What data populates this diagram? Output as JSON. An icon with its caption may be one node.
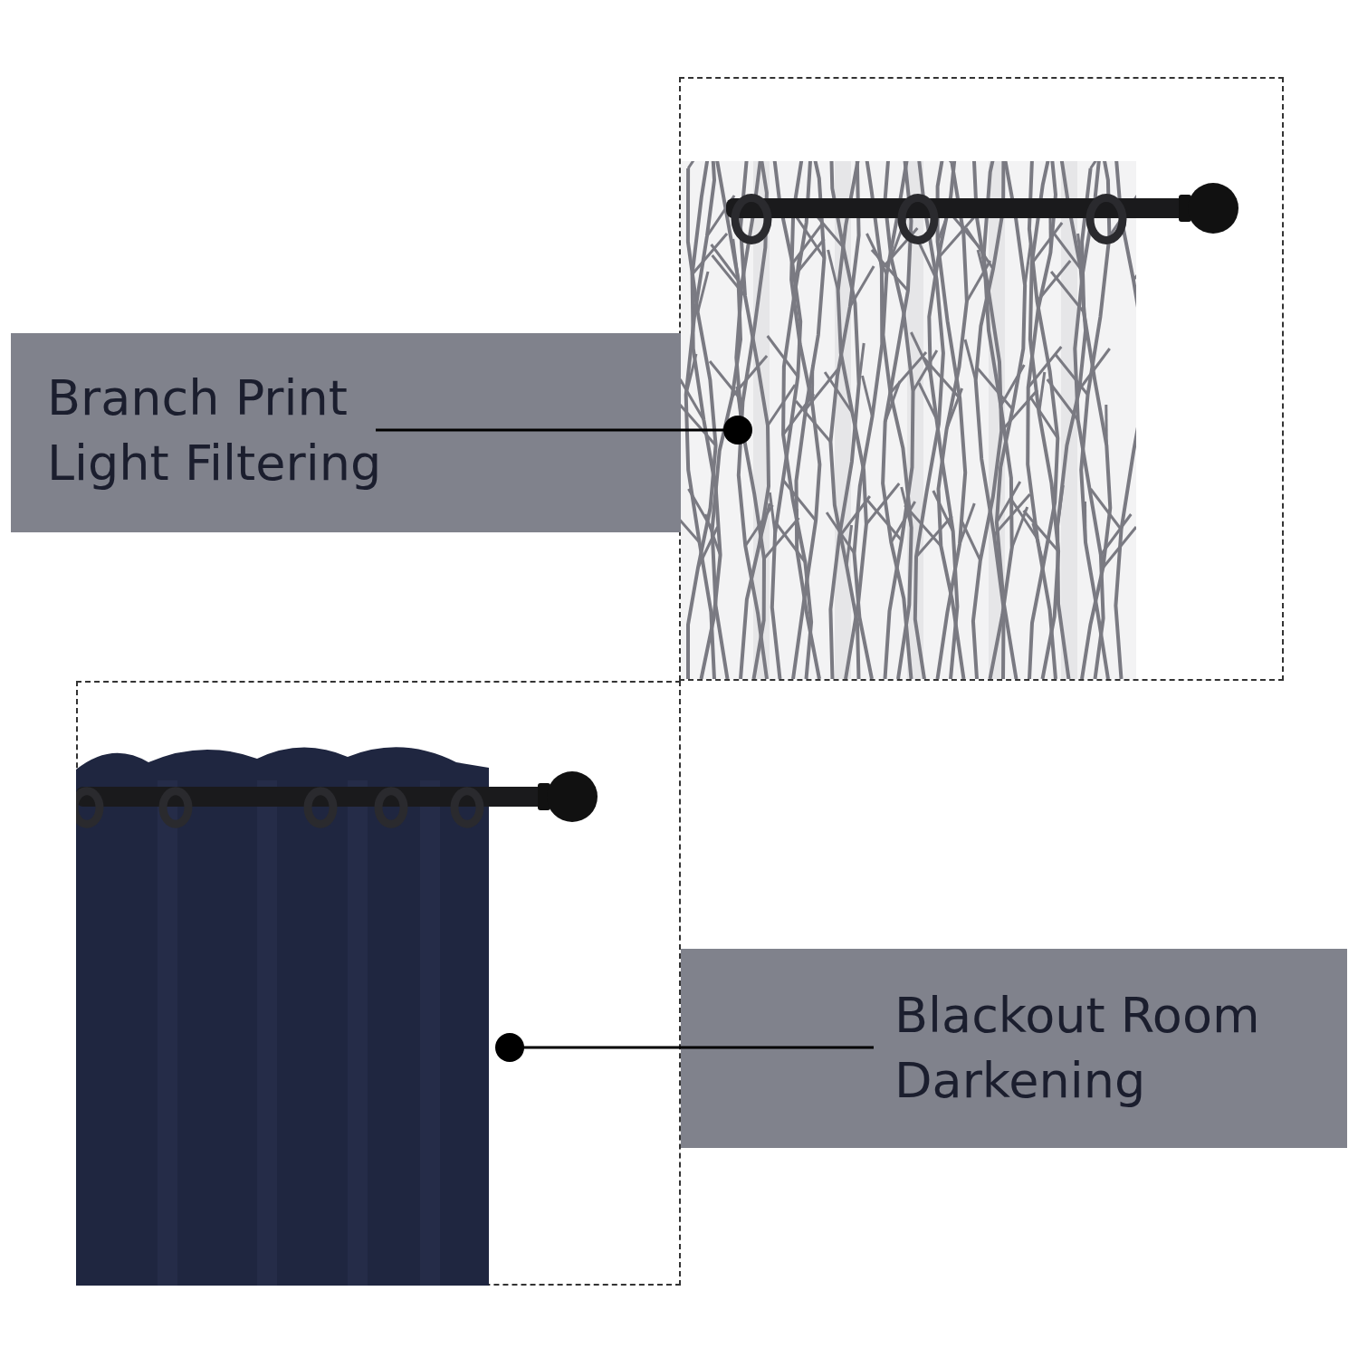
{
  "diagram": {
    "nodes": [
      {
        "text": [
          "Branch Print Light Filtering"
        ]
      },
      {
        "text": [],
        "shape": "picture"
      },
      {
        "text": [],
        "shape": "picture"
      },
      {
        "text": [
          "Blackout Room Darkening"
        ]
      }
    ],
    "edges": [
      {
        "from": 0,
        "to": 1,
        "arrow": "other"
      },
      {
        "from": 3,
        "to": 2,
        "arrow": "other"
      }
    ]
  }
}
